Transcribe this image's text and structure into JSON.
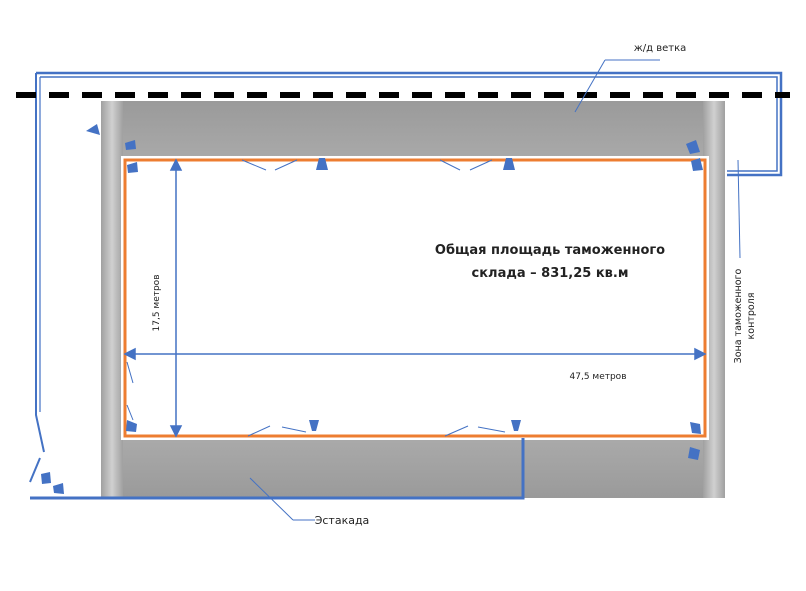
{
  "labels": {
    "rail": "ж/д ветка",
    "area_line1": "Общая площадь таможенного",
    "area_line2": "склада – 831,25 кв.м",
    "width": "47,5 метров",
    "height": "17,5  метров",
    "ramp": "Эстакада",
    "control_line1": "Зона таможенного",
    "control_line2": "контроля"
  },
  "colors": {
    "blue": "#4472c4",
    "orange": "#ed7d31",
    "gray": "#a6a6a6",
    "rail": "#000000"
  }
}
